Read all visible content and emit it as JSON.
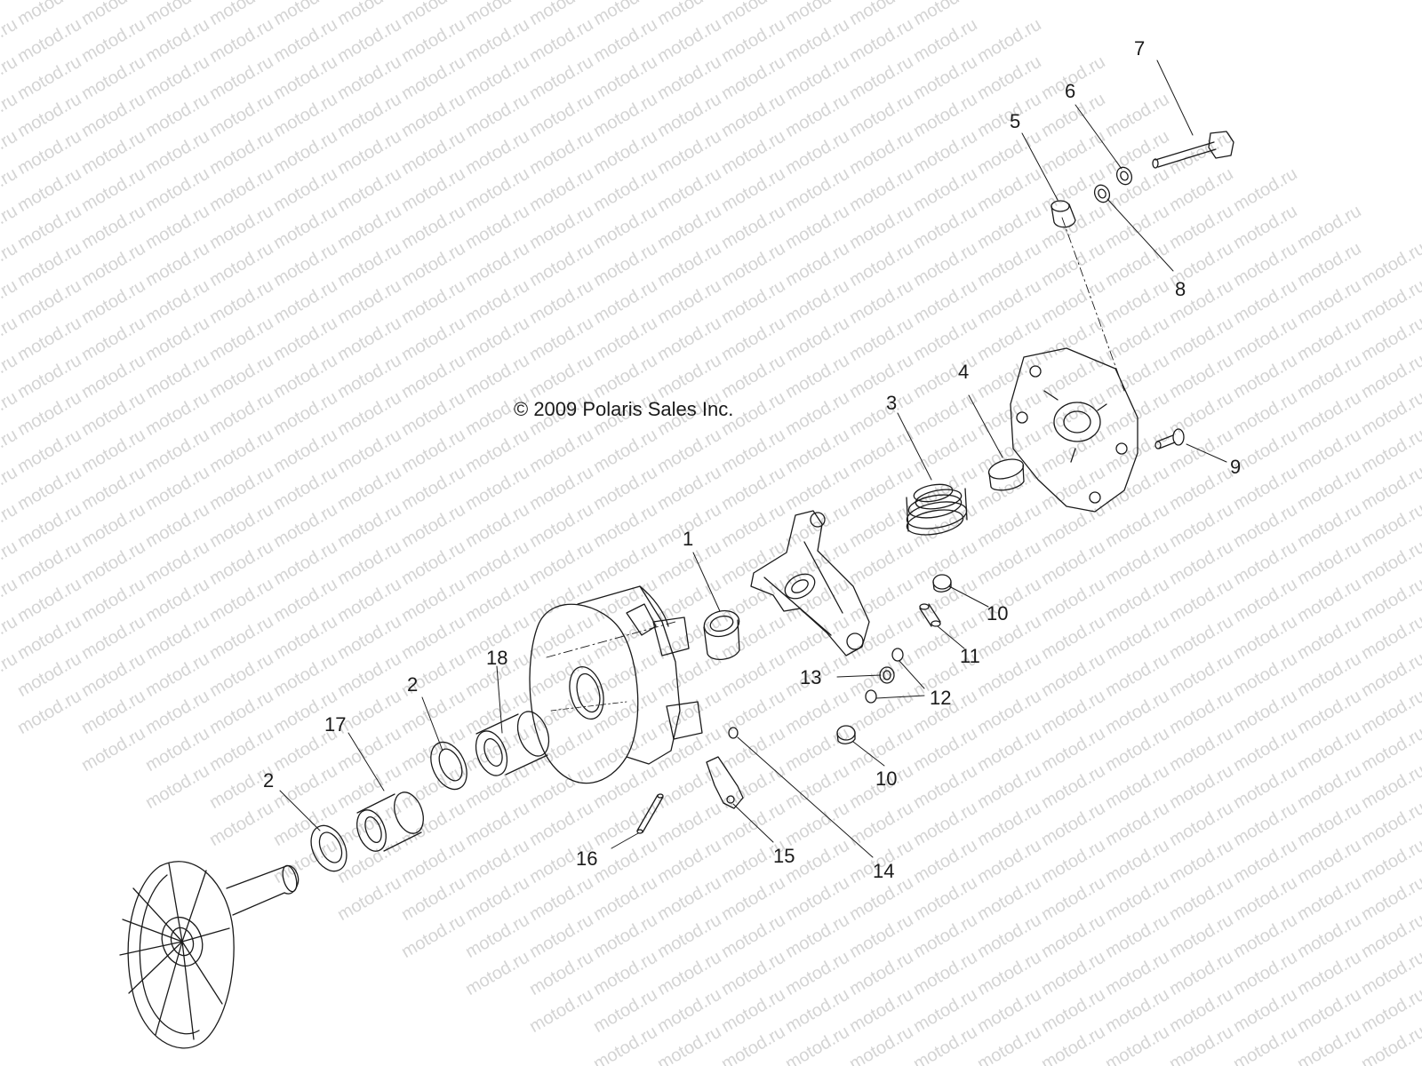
{
  "copyright": "© 2009 Polaris Sales Inc.",
  "watermark": "motod.ru",
  "callouts": {
    "c1": "1",
    "c2a": "2",
    "c2b": "2",
    "c3": "3",
    "c4": "4",
    "c5": "5",
    "c6": "6",
    "c7": "7",
    "c8": "8",
    "c9": "9",
    "c10a": "10",
    "c10b": "10",
    "c11": "11",
    "c12": "12",
    "c13": "13",
    "c14": "14",
    "c15": "15",
    "c16": "16",
    "c17": "17",
    "c18": "18"
  },
  "colors": {
    "line": "#1a1a1a",
    "watermark": "#d4d4d4",
    "background": "#ffffff"
  }
}
